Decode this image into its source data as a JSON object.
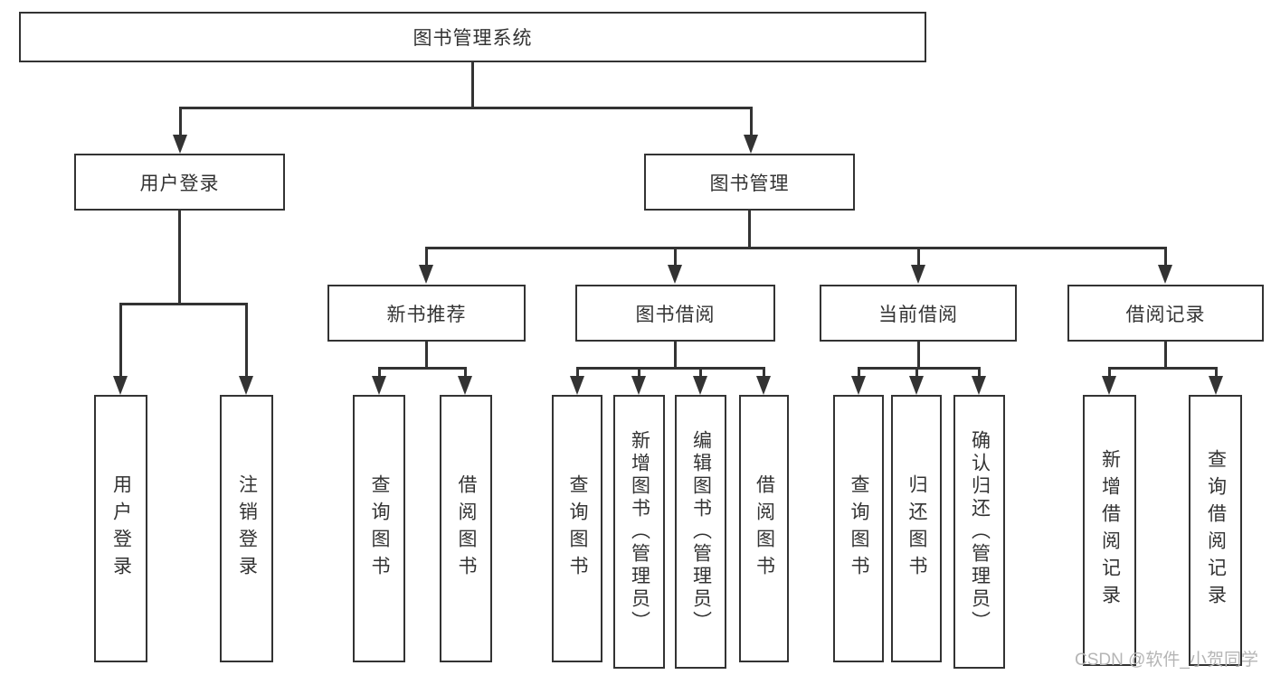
{
  "diagram": {
    "type": "hierarchy-tree",
    "colors": {
      "line": "#333333",
      "node_border": "#333333",
      "node_background": "#ffffff",
      "text": "#333333",
      "watermark_text": "#b5b5b5",
      "background": "#ffffff"
    },
    "tree": {
      "label": "图书管理系统",
      "children": [
        {
          "label": "用户登录",
          "children": [
            {
              "label": "用户登录"
            },
            {
              "label": "注销登录"
            }
          ]
        },
        {
          "label": "图书管理",
          "children": [
            {
              "label": "新书推荐",
              "children": [
                {
                  "label": "查询图书"
                },
                {
                  "label": "借阅图书"
                }
              ]
            },
            {
              "label": "图书借阅",
              "children": [
                {
                  "label": "查询图书"
                },
                {
                  "label": "新增图书（管理员）"
                },
                {
                  "label": "编辑图书（管理员）"
                },
                {
                  "label": "借阅图书"
                }
              ]
            },
            {
              "label": "当前借阅",
              "children": [
                {
                  "label": "查询图书"
                },
                {
                  "label": "归还图书"
                },
                {
                  "label": "确认归还（管理员）"
                }
              ]
            },
            {
              "label": "借阅记录",
              "children": [
                {
                  "label": "新增借阅记录"
                },
                {
                  "label": "查询借阅记录"
                }
              ]
            }
          ]
        }
      ]
    },
    "watermark": "CSDN @软件_小贺同学"
  }
}
